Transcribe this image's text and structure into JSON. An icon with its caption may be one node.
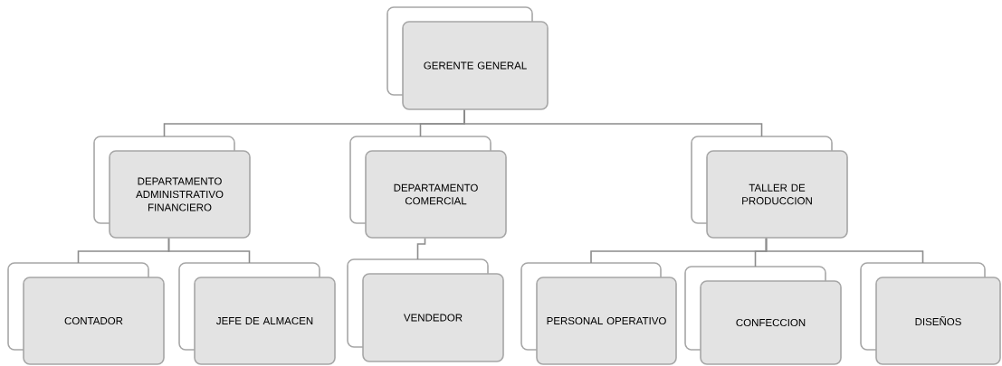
{
  "diagram": {
    "nodes": [
      {
        "text": [
          "GERENTE GENERAL"
        ]
      },
      {
        "text": [
          "DEPARTAMENTO ADMINISTRATIVO FINANCIERO"
        ]
      },
      {
        "text": [
          "DEPARTAMENTO COMERCIAL"
        ]
      },
      {
        "text": [
          "TALLER DE PRODUCCION"
        ]
      },
      {
        "text": [
          "CONTADOR"
        ]
      },
      {
        "text": [
          "JEFE DE ALMACEN"
        ]
      },
      {
        "text": [
          "VENDEDOR"
        ]
      },
      {
        "text": [
          "PERSONAL OPERATIVO"
        ]
      },
      {
        "text": [
          "CONFECCION"
        ]
      },
      {
        "text": [
          "DISEÑOS"
        ]
      }
    ],
    "edges": [
      {
        "from": 0,
        "to": 1,
        "arrow": "none"
      },
      {
        "from": 0,
        "to": 2,
        "arrow": "none"
      },
      {
        "from": 0,
        "to": 3,
        "arrow": "none"
      },
      {
        "from": 1,
        "to": 4,
        "arrow": "none"
      },
      {
        "from": 1,
        "to": 5,
        "arrow": "none"
      },
      {
        "from": 2,
        "to": 6,
        "arrow": "none"
      },
      {
        "from": 3,
        "to": 7,
        "arrow": "none"
      },
      {
        "from": 3,
        "to": 8,
        "arrow": "none"
      },
      {
        "from": 3,
        "to": 9,
        "arrow": "none"
      }
    ]
  }
}
